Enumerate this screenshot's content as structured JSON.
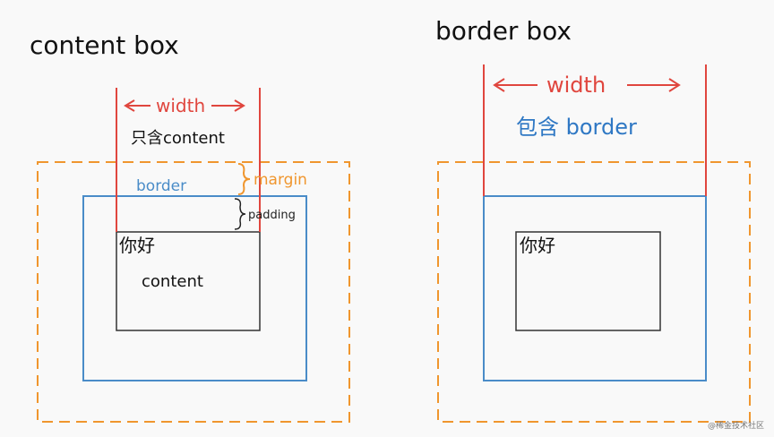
{
  "left": {
    "title": "content box",
    "width_label": "width",
    "width_note": "只含content",
    "margin_label": "margin",
    "border_label": "border",
    "padding_label": "padding",
    "content_text": "你好",
    "content_label": "content"
  },
  "right": {
    "title": "border box",
    "width_label": "width",
    "width_note": "包含 border",
    "content_text": "你好"
  },
  "watermark": "@稀金技术社区",
  "colors": {
    "margin": "#f0962e",
    "border": "#4a8cc8",
    "width": "#e0463e",
    "content": "#333333",
    "text": "#111111"
  }
}
